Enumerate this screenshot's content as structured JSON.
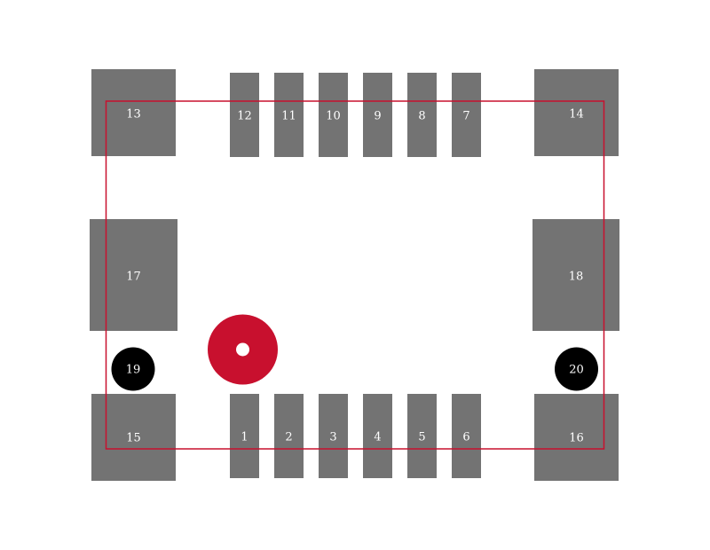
{
  "colors": {
    "background": "#ffffff",
    "pad": "#737373",
    "outline": "#c8102e",
    "hole": "#000000",
    "marker": "#c8102e",
    "marker_center": "#ffffff",
    "label": "#ffffff"
  },
  "pads": [
    {
      "label": "13",
      "kind": "corner"
    },
    {
      "label": "12",
      "kind": "signal"
    },
    {
      "label": "11",
      "kind": "signal"
    },
    {
      "label": "10",
      "kind": "signal"
    },
    {
      "label": "9",
      "kind": "signal"
    },
    {
      "label": "8",
      "kind": "signal"
    },
    {
      "label": "7",
      "kind": "signal"
    },
    {
      "label": "14",
      "kind": "corner"
    },
    {
      "label": "17",
      "kind": "side"
    },
    {
      "label": "18",
      "kind": "side"
    },
    {
      "label": "15",
      "kind": "corner"
    },
    {
      "label": "1",
      "kind": "signal"
    },
    {
      "label": "2",
      "kind": "signal"
    },
    {
      "label": "3",
      "kind": "signal"
    },
    {
      "label": "4",
      "kind": "signal"
    },
    {
      "label": "5",
      "kind": "signal"
    },
    {
      "label": "6",
      "kind": "signal"
    },
    {
      "label": "16",
      "kind": "corner"
    }
  ],
  "holes": [
    {
      "label": "19"
    },
    {
      "label": "20"
    }
  ]
}
